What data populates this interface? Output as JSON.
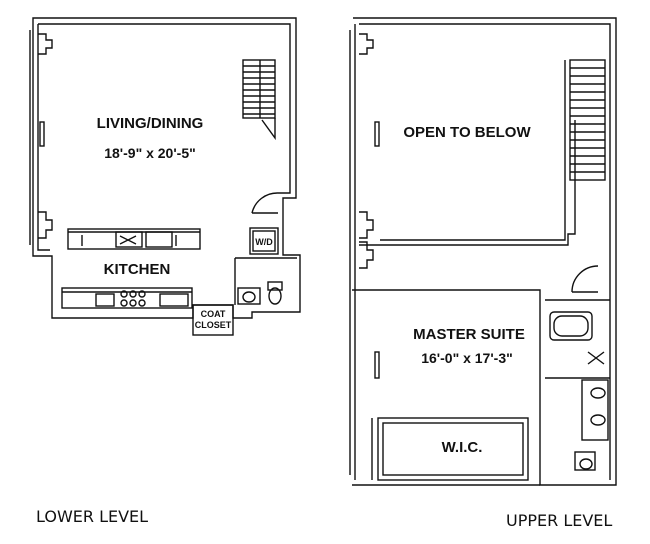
{
  "lower_level": {
    "level_label": "LOWER LEVEL",
    "living_dining": {
      "name": "LIVING/DINING",
      "dims": "18'-9\" x 20'-5\""
    },
    "kitchen": {
      "name": "KITCHEN"
    },
    "washer_dryer": {
      "name": "W/D"
    },
    "coat_closet": {
      "line1": "COAT",
      "line2": "CLOSET"
    }
  },
  "upper_level": {
    "level_label": "UPPER LEVEL",
    "open_to_below": {
      "name": "OPEN TO BELOW"
    },
    "master_suite": {
      "name": "MASTER SUITE",
      "dims": "16'-0\" x 17'-3\""
    },
    "wic": {
      "name": "W.I.C."
    }
  }
}
